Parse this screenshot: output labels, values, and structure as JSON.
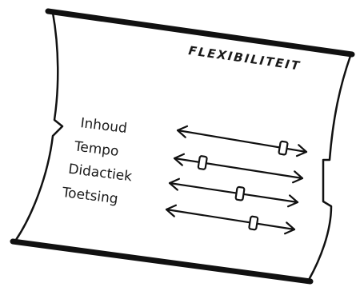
{
  "title": "FLEXIBILITEIT",
  "sliders": [
    {
      "label": "Inhoud",
      "level": 0.82
    },
    {
      "label": "Tempo",
      "level": 0.22
    },
    {
      "label": "Didactiek",
      "level": 0.55
    },
    {
      "label": "Toetsing",
      "level": 0.68
    }
  ],
  "colors": {
    "ink": "#111111",
    "paper": "#ffffff"
  }
}
